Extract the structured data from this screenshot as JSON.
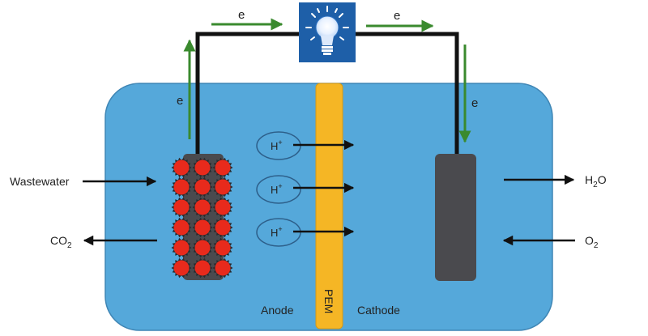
{
  "labels": {
    "electron": "e",
    "proton": "H",
    "proton_charge": "+",
    "anode": "Anode",
    "cathode": "Cathode",
    "membrane": "PEM",
    "inflow": "Wastewater",
    "co2_main": "CO",
    "co2_sub": "2",
    "water_main": "H",
    "water_sub": "2",
    "water_end": "O",
    "oxygen_main": "O",
    "oxygen_sub": "2"
  },
  "colors": {
    "electrolyte": "#55a8da",
    "membrane": "#f5b625",
    "electrode": "#4a4a4e",
    "bacteria": "#e82a1c",
    "electron_arrow": "#3a8a2e",
    "wire": "#111111",
    "bulb_box": "#1e5fa8"
  },
  "icons": {
    "bulb": "light-bulb-icon"
  }
}
